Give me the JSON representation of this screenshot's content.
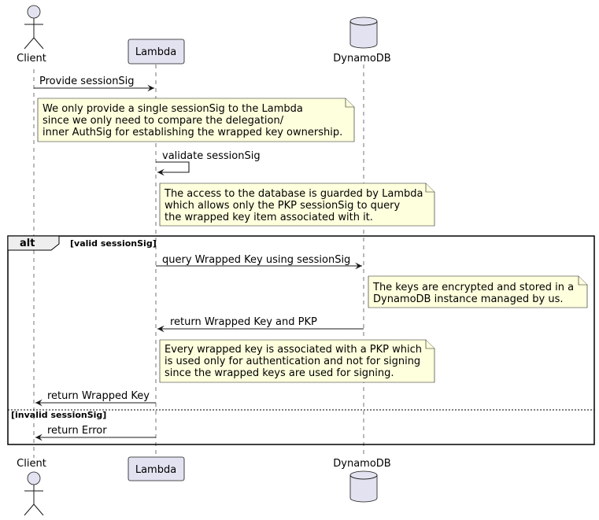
{
  "participants": {
    "client": "Client",
    "lambda": "Lambda",
    "dynamodb": "DynamoDB"
  },
  "messages": {
    "provide": "Provide sessionSig",
    "validate": "validate sessionSig",
    "query": "query Wrapped Key using sessionSig",
    "return_key_pkp": "return Wrapped Key and PKP",
    "return_key": "return Wrapped Key",
    "return_error": "return Error"
  },
  "notes": {
    "note1": [
      "We only provide a single sessionSig to the Lambda",
      "since we only need to compare the delegation/",
      "inner AuthSig for establishing the wrapped key ownership."
    ],
    "note2": [
      "The access to the database is guarded by Lambda",
      "which allows only the PKP sessionSig to query",
      "the wrapped key item associated with it."
    ],
    "note3": [
      "The keys are encrypted and stored in a",
      "DynamoDB instance managed by us."
    ],
    "note4": [
      "Every wrapped key is associated with a PKP which",
      "is used only for authentication and not for signing",
      "since the wrapped keys are used for signing."
    ]
  },
  "alt": {
    "keyword": "alt",
    "condition1": "[valid sessionSig]",
    "condition2": "[invalid sessionSig]"
  },
  "colors": {
    "participant_fill": "#E2E2F0",
    "note_fill": "#FEFFDD",
    "line": "#181818"
  }
}
